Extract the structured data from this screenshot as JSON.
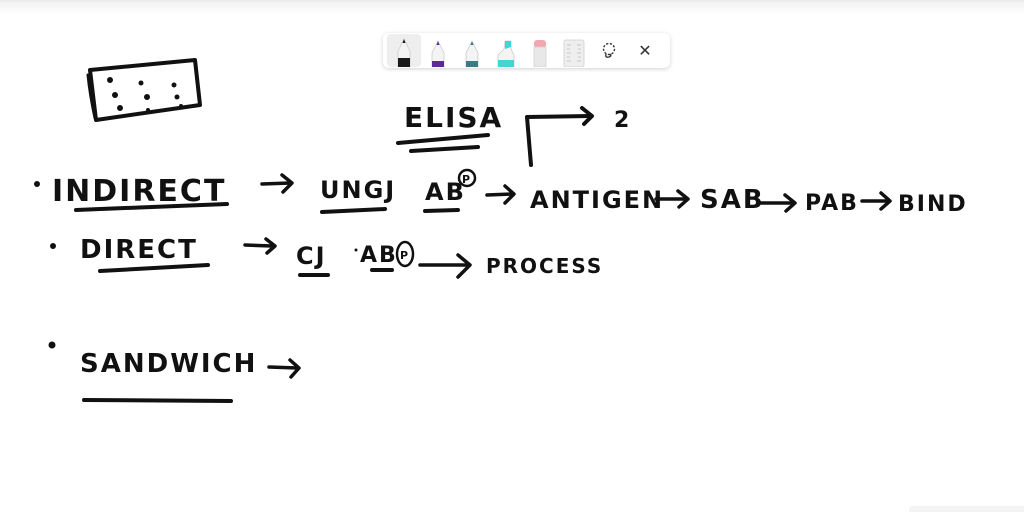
{
  "toolbar": {
    "tools": [
      {
        "name": "black-pen",
        "color": "#1a1a1a",
        "selected": true
      },
      {
        "name": "purple-pen",
        "color": "#5b2a94",
        "selected": false
      },
      {
        "name": "teal-pen",
        "color": "#3a7c86",
        "selected": false
      },
      {
        "name": "cyan-highlighter",
        "color": "#3fd6d6",
        "selected": false
      },
      {
        "name": "eraser",
        "color": "#f2a7b0",
        "selected": false
      },
      {
        "name": "ruler",
        "color": "#dddddd",
        "selected": false
      }
    ],
    "lasso_icon": "lasso-select-icon",
    "close_icon": "close-icon",
    "close_glyph": "✕",
    "lasso_glyph": "⌕"
  },
  "whiteboard": {
    "title": "ELISA",
    "branch_label": "2",
    "rows": [
      {
        "label": "INDIRECT",
        "steps": [
          "UNGJ",
          "AB",
          "ANTIGEN",
          "SAB",
          "PAB",
          "BIND"
        ],
        "ab_superscript": "P"
      },
      {
        "label": "DIRECT",
        "steps": [
          "CJ",
          "AB",
          "PROCESS"
        ],
        "ab_superscript": "P"
      },
      {
        "label": "SANDWICH",
        "steps": []
      }
    ],
    "arrow": "→"
  }
}
